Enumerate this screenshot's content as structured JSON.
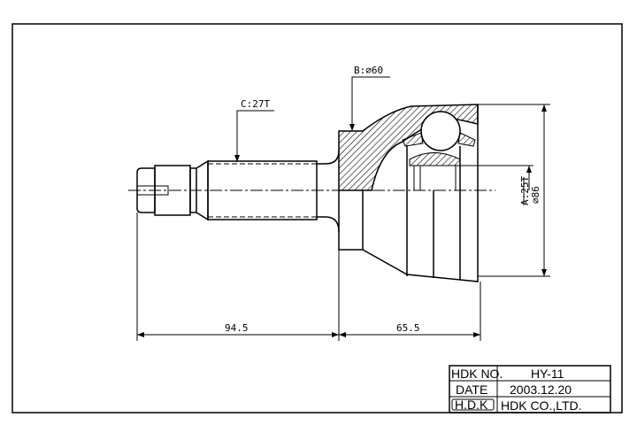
{
  "drawing": {
    "labels": {
      "flange_dia": "B:⌀60",
      "shaft_spline": "C:27T",
      "inner_spline": "A:25T",
      "outer_dia": "⌀86",
      "dim_left": "94.5",
      "dim_right": "65.5"
    }
  },
  "title_block": {
    "part_no_label": "HDK NO.",
    "part_no": "HY-11",
    "date_label": "DATE",
    "date": "2003.12.20",
    "logo": "H.D.K",
    "company": "HDK CO.,LTD."
  }
}
